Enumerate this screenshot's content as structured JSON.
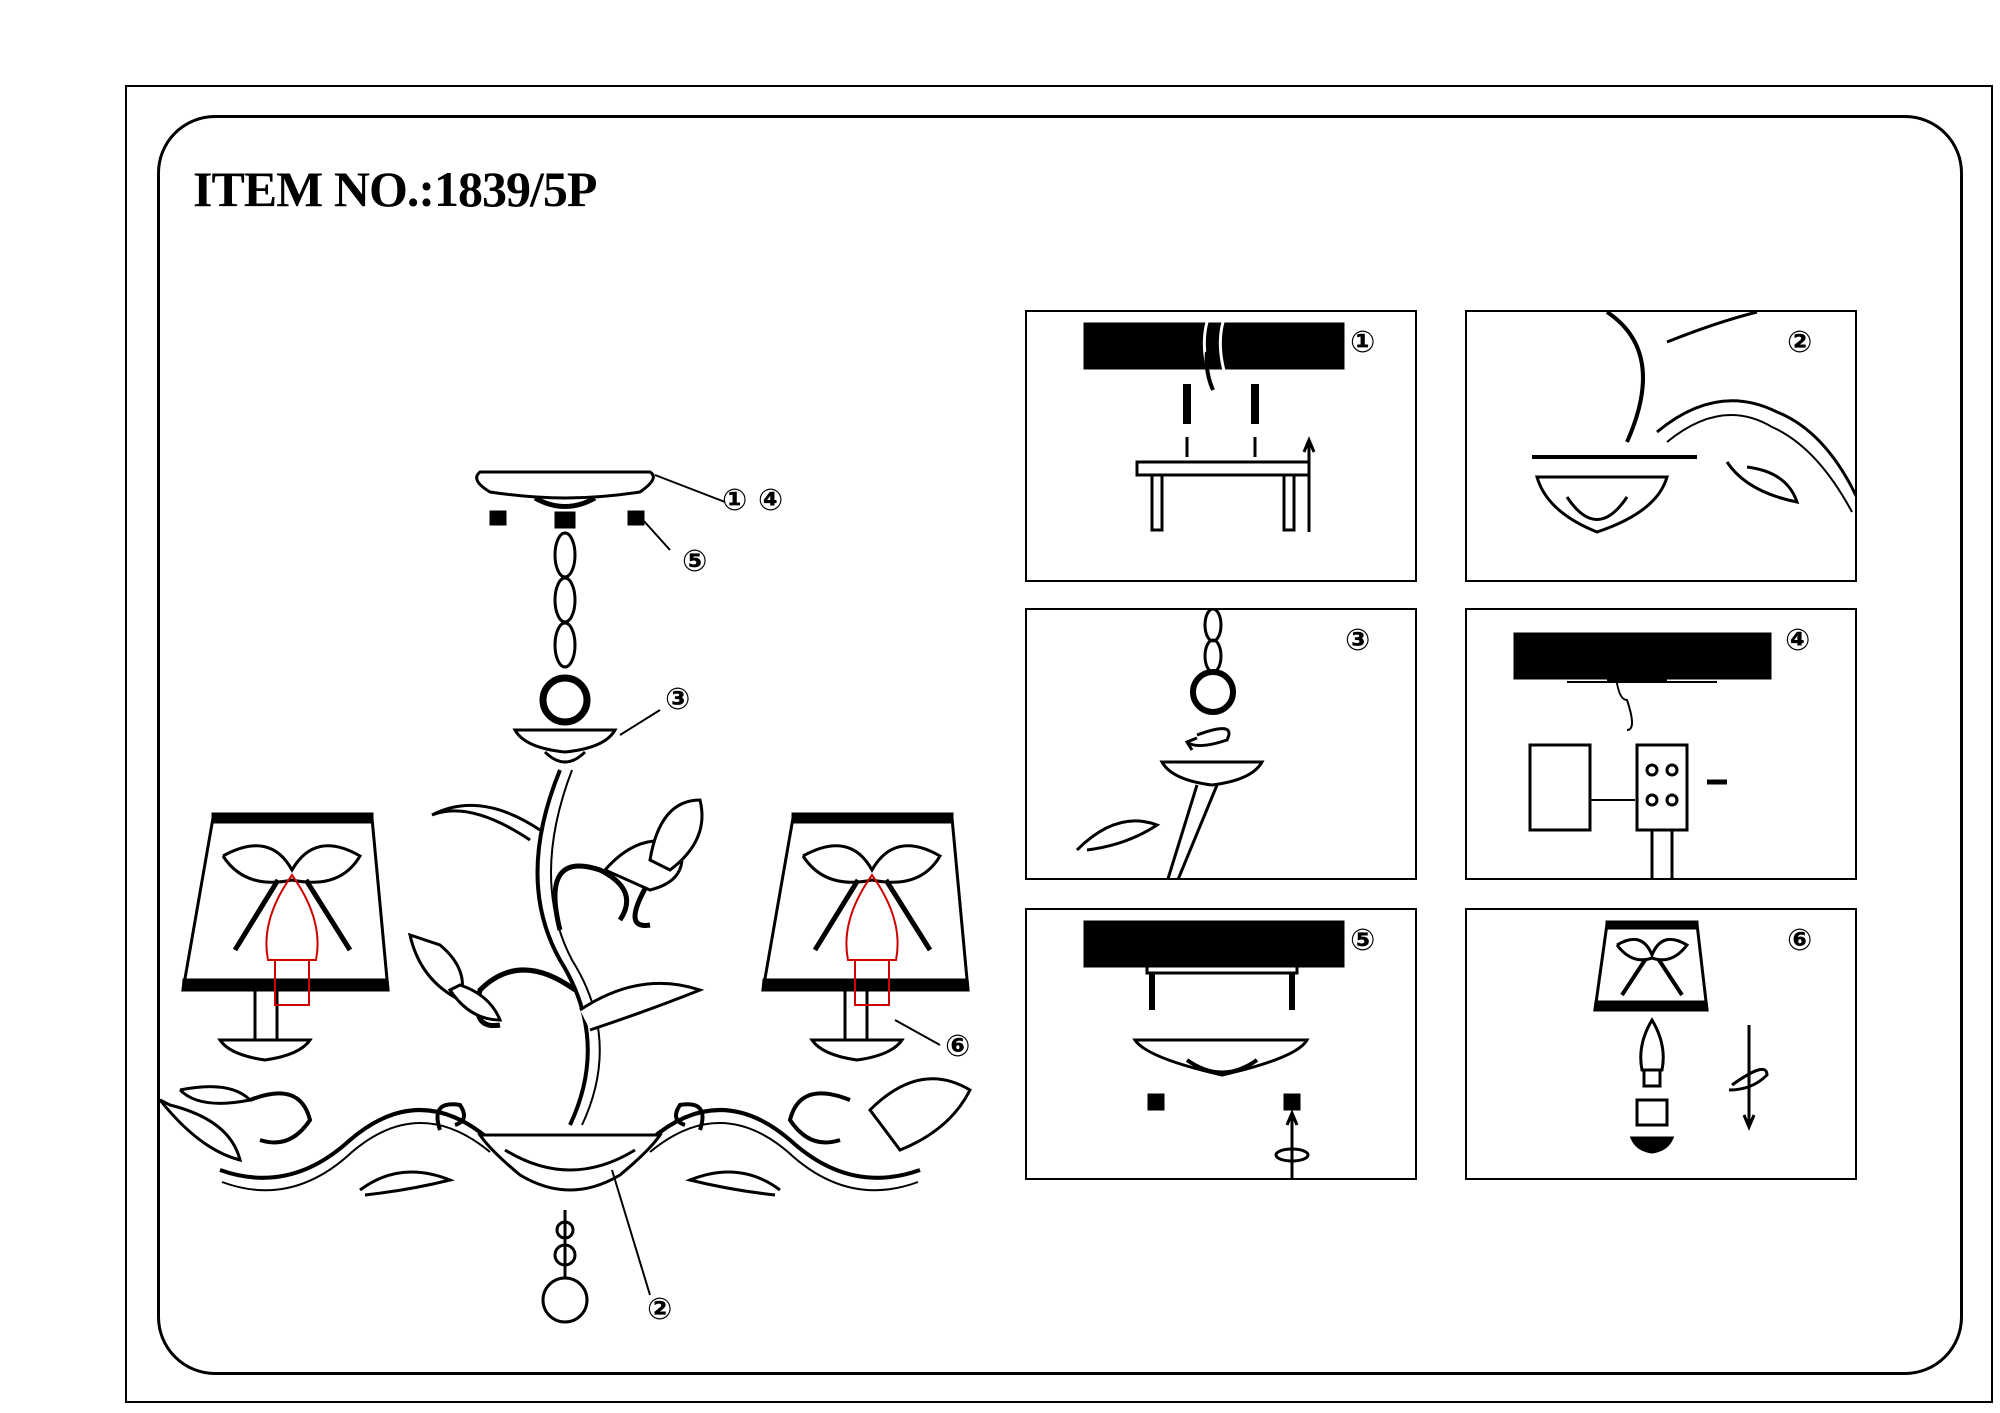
{
  "title": "ITEM NO.:1839/5P",
  "callouts": {
    "c14": "① ④",
    "c5": "⑤",
    "c3": "③",
    "c6": "⑥",
    "c2": "②"
  },
  "steps": [
    {
      "number": "①"
    },
    {
      "number": "②"
    },
    {
      "number": "③"
    },
    {
      "number": "④"
    },
    {
      "number": "⑤"
    },
    {
      "number": "⑥"
    }
  ],
  "colors": {
    "line": "#000000",
    "bulb_outline": "#d00000",
    "ceiling_block": "#000000"
  }
}
